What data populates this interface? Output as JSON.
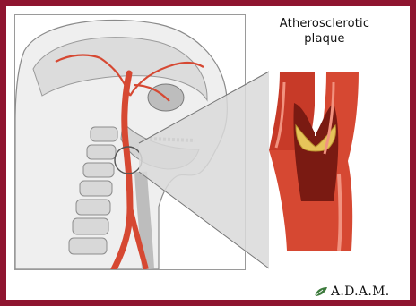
{
  "annotation": {
    "line1": "Atherosclerotic",
    "line2": "plaque"
  },
  "brand": {
    "logo_text": "A.D.A.M."
  },
  "colors": {
    "frame": "#8f1530",
    "artery": "#d64832",
    "artery_dark": "#b5311f",
    "plaque": "#e6c45a"
  }
}
